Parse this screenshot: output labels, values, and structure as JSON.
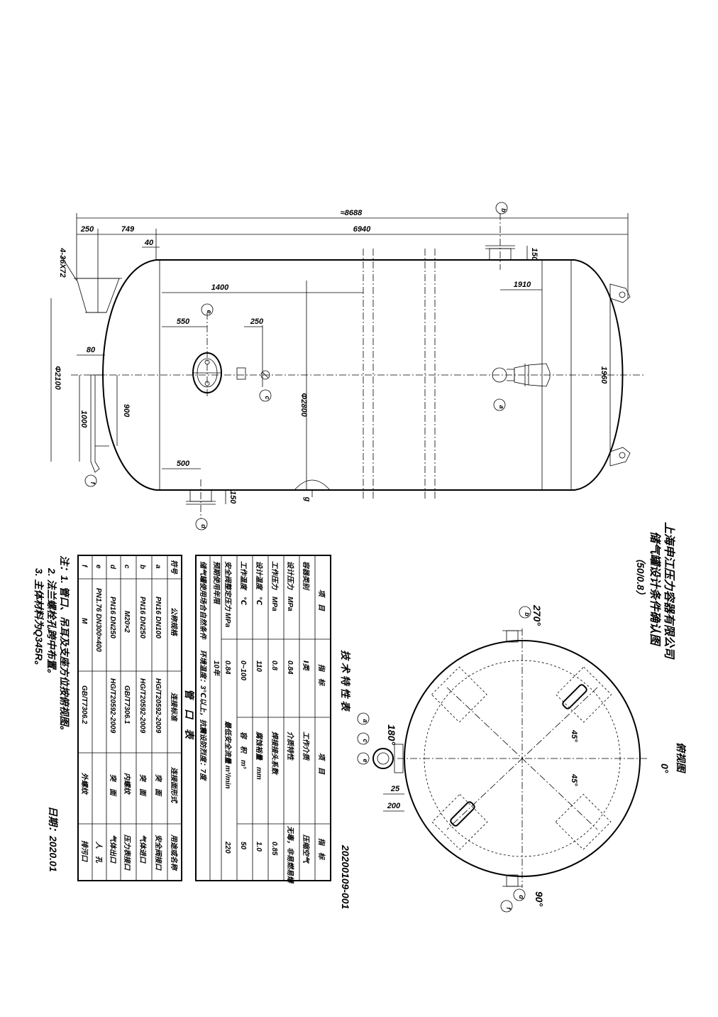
{
  "title": {
    "company": "上海申江压力容器有限公司",
    "name": "储气罐设计条件确认图",
    "spec": "（50/0.8）"
  },
  "doc_number": "20200109-001",
  "date": "日期：2020.01",
  "side_view_label": "俯视图",
  "dimensions": {
    "overall_length": "≈8688",
    "shell_length": "6940",
    "d250": "250",
    "d749": "749",
    "d40": "40",
    "d150_top": "150",
    "d1910": "1910",
    "d1400": "1400",
    "d550": "550",
    "d250b": "250",
    "d80": "80",
    "d900": "900",
    "d1000": "1000",
    "d1960": "1960",
    "d500": "500",
    "d150_bottom": "150",
    "dia2100": "Φ2100",
    "dia2800": "Φ2800",
    "holes": "4-36X72",
    "d25": "25",
    "d200": "200",
    "g_label": "g"
  },
  "angles": {
    "a270": "270°",
    "a180": "180°",
    "a0": "0°",
    "a90": "90°",
    "a45a": "45°",
    "a45b": "45°"
  },
  "nozzle_bubbles": {
    "a": "a",
    "b": "b",
    "c": "c",
    "d": "d",
    "e": "e",
    "f": "f"
  },
  "tech_table": {
    "title": "技 术 特 性 表",
    "headers": [
      "项　目",
      "指　标",
      "项　目",
      "指　标"
    ],
    "rows": [
      [
        "容器类别",
        "Ⅰ类",
        "工作介质",
        "压缩空气"
      ],
      [
        "设计压力　MPa",
        "0.84",
        "介质特性",
        "无毒，非易燃易爆"
      ],
      [
        "工作压力　MPa",
        "0.8",
        "焊接接头系数",
        "0.85"
      ],
      [
        "设计温度　℃",
        "110",
        "腐蚀裕量　mm",
        "1.0"
      ],
      [
        "工作温度　℃",
        "0~100",
        "容　积　m³",
        "50"
      ],
      [
        "安全阀整定压力 MPa",
        "0.84",
        "最低安全流量 m³/min",
        "220"
      ],
      [
        "预期使用年限",
        "10年",
        "",
        ""
      ]
    ],
    "env_row": [
      "储气罐使用场合自然条件",
      "环境温度：3℃以上，抗震设防烈度：7度"
    ]
  },
  "nozzle_table": {
    "title": "管　口　表",
    "headers": [
      "符号",
      "公称规格",
      "连接标准",
      "连接面形式",
      "用途或名称"
    ],
    "rows": [
      [
        "a",
        "PN16 DN100",
        "HG/T20592-2009",
        "突　面",
        "安全阀接口"
      ],
      [
        "b",
        "PN16 DN250",
        "HG/T20592-2009",
        "突　面",
        "气体进口"
      ],
      [
        "c",
        "M20×2",
        "GB/T7306.1",
        "内螺纹",
        "压力表接口"
      ],
      [
        "d",
        "PN16 DN250",
        "HG/T20592-2009",
        "突　面",
        "气体出口"
      ],
      [
        "e",
        "PN1.76 DN300×400",
        "",
        "",
        "人　孔"
      ],
      [
        "f",
        "M",
        "GB/T7306.2",
        "外螺纹",
        "排污口"
      ]
    ]
  },
  "notes": {
    "n1": "注：1. 管口、吊耳及支座方位按俯视图。",
    "n2": "2. 法兰螺栓孔跨中布置。",
    "n3": "3. 主体材料为Q345R。"
  }
}
